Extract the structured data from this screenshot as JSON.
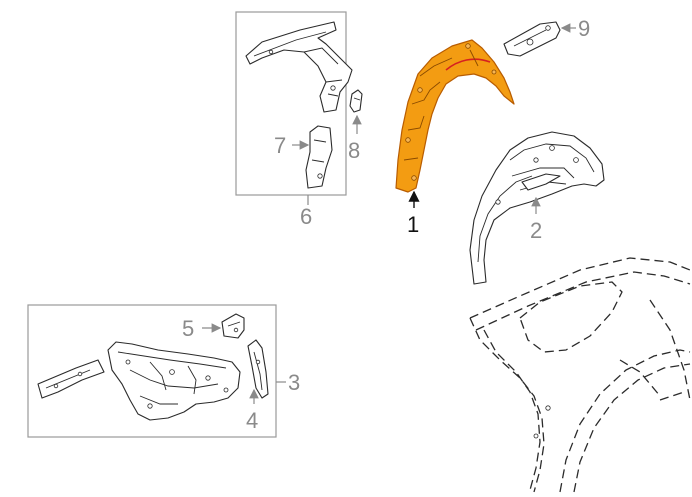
{
  "colors": {
    "highlight_fill": "#F39C12",
    "highlight_stroke": "#B85C00",
    "accent_red": "#D62020",
    "line": "#2B2B2B",
    "callout_gray": "#8A8A8A"
  },
  "callouts": {
    "c1": "1",
    "c2": "2",
    "c3": "3",
    "c4": "4",
    "c5": "5",
    "c6": "6",
    "c7": "7",
    "c8": "8",
    "c9": "9"
  }
}
